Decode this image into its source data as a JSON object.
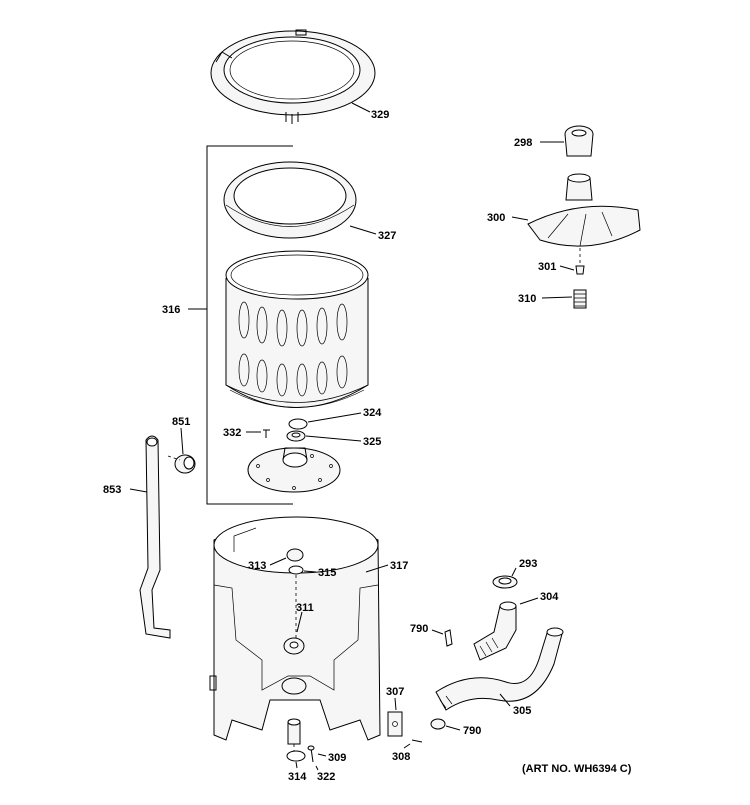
{
  "diagram": {
    "art_number": "(ART NO. WH6394 C)",
    "callouts": {
      "c329": "329",
      "c298": "298",
      "c300": "300",
      "c301": "301",
      "c310": "310",
      "c327": "327",
      "c316": "316",
      "c324": "324",
      "c332": "332",
      "c325": "325",
      "c851": "851",
      "c853": "853",
      "c313": "313",
      "c315": "315",
      "c317": "317",
      "c311": "311",
      "c293": "293",
      "c304": "304",
      "c790a": "790",
      "c307": "307",
      "c305": "305",
      "c790b": "790",
      "c308": "308",
      "c309": "309",
      "c314": "314",
      "c322": "322"
    }
  }
}
